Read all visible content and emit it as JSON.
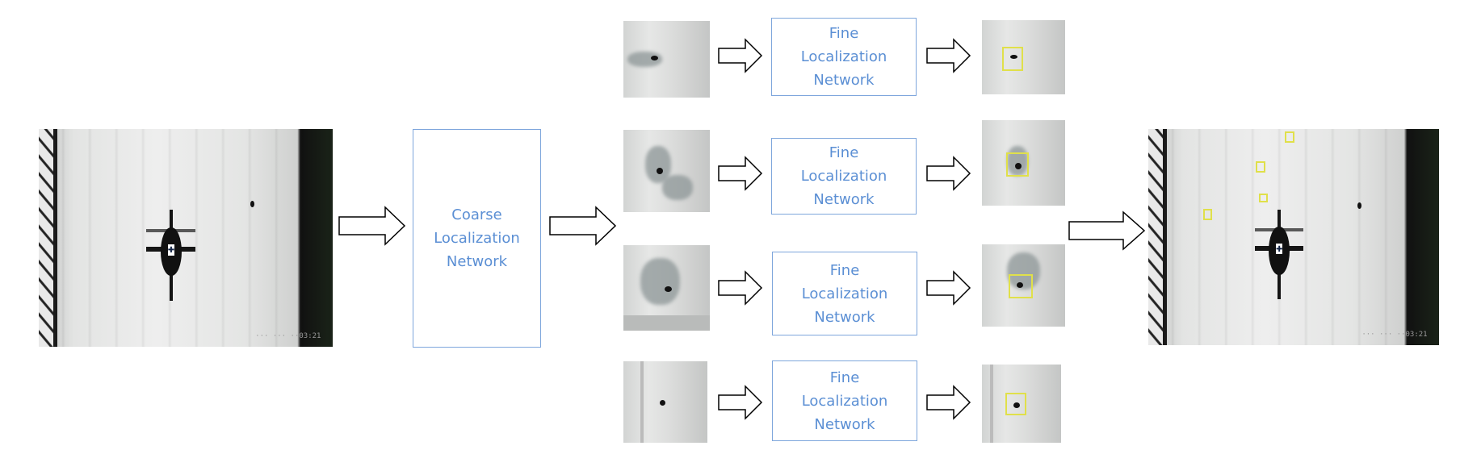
{
  "diagram": {
    "input_image": {
      "description_icon": "drone-target-photo"
    },
    "coarse_box": {
      "lines": [
        "Coarse",
        "Localization",
        "Network"
      ]
    },
    "fine_boxes": [
      {
        "lines": [
          "Fine",
          "Localization",
          "Network"
        ]
      },
      {
        "lines": [
          "Fine",
          "Localization",
          "Network"
        ]
      },
      {
        "lines": [
          "Fine",
          "Localization",
          "Network"
        ]
      },
      {
        "lines": [
          "Fine",
          "Localization",
          "Network"
        ]
      }
    ],
    "colors": {
      "box_border": "#7ea6dc",
      "box_text": "#5b8fd4",
      "detection_box": "#e0e04a"
    },
    "icons": {
      "arrow": "hollow-right-arrow-icon"
    }
  }
}
